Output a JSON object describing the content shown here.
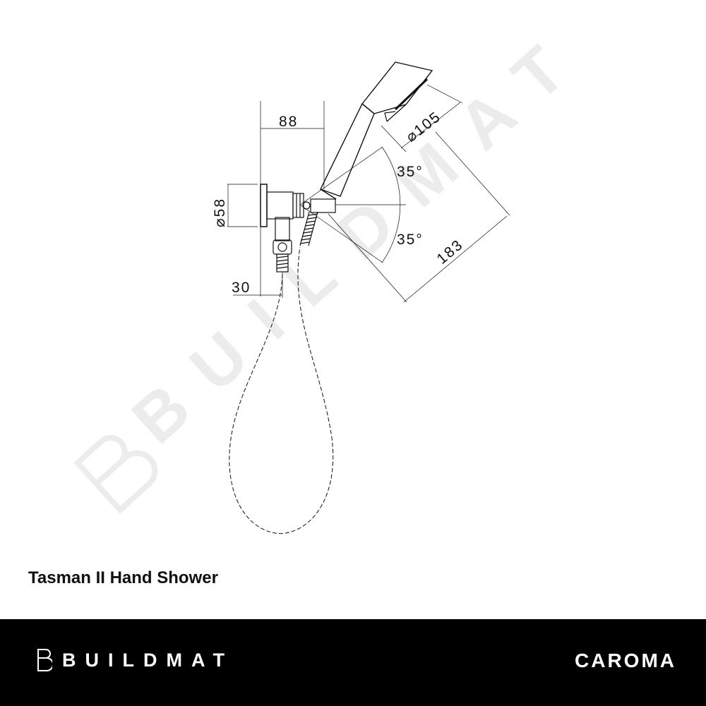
{
  "product_title": "Tasman II Hand Shower",
  "dimensions": {
    "width": "88",
    "flange_diameter": "⌀58",
    "head_diameter": "⌀105",
    "angle_up": "35°",
    "angle_down": "35°",
    "length": "183",
    "outlet": "30"
  },
  "watermark": "BUILDMAT",
  "footer": {
    "brand": "BUILDMAT",
    "partner": "CAROMA",
    "background": "#000000"
  }
}
